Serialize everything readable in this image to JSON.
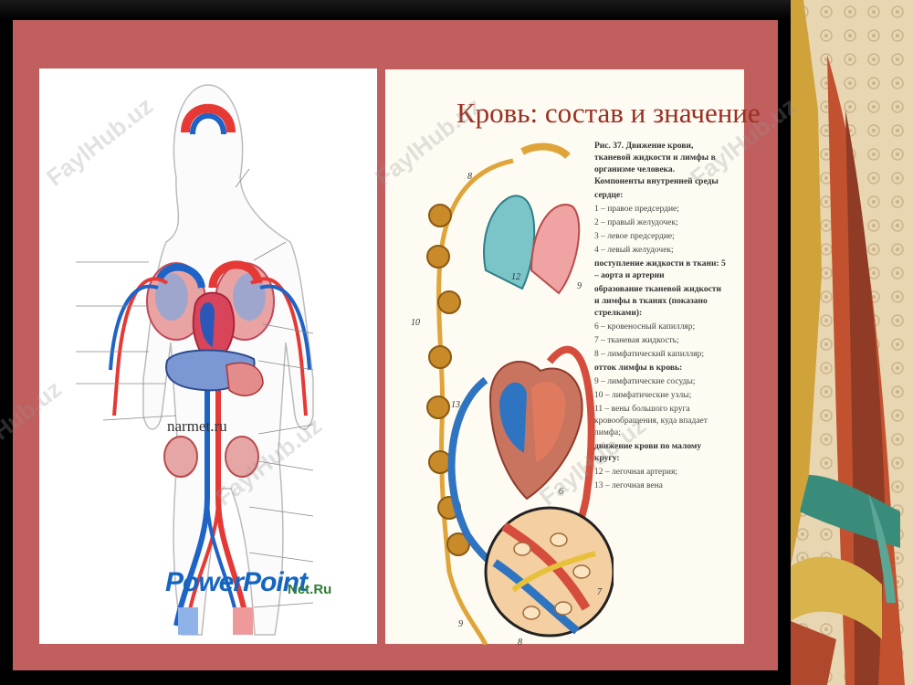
{
  "slide": {
    "title": "Кровь: состав и значение",
    "caption": [
      {
        "text": "Рис. 37. Движение крови, тканевой жидкости и лимфы в организме человека. Компоненты внутренней среды",
        "bold": true
      },
      {
        "text": "сердце:",
        "bold": true
      },
      {
        "text": "1 – правое предсердие;",
        "bold": false
      },
      {
        "text": "2 – правый желудочек;",
        "bold": false
      },
      {
        "text": "3 – левое предсердие;",
        "bold": false
      },
      {
        "text": "4 – левый желудочек;",
        "bold": false
      },
      {
        "text": "поступление жидкости в ткани: 5 – аорта и артерии",
        "bold": true
      },
      {
        "text": "образование тканевой жидкости и лимфы в тканях (показано стрелками):",
        "bold": true
      },
      {
        "text": "6 – кровеносный капилляр;",
        "bold": false
      },
      {
        "text": "7 – тканевая жидкость;",
        "bold": false
      },
      {
        "text": "8 – лимфатический капилляр;",
        "bold": false
      },
      {
        "text": "отток лимфы в кровь:",
        "bold": true
      },
      {
        "text": "9 – лимфатические сосуды;",
        "bold": false
      },
      {
        "text": "10 – лимфатические узлы;",
        "bold": false
      },
      {
        "text": "11 – вены большого круга кровообращения, куда впадает лимфа;",
        "bold": false
      },
      {
        "text": "движение крови по малому кругу:",
        "bold": true
      },
      {
        "text": "12 – легочная артерия;",
        "bold": false
      },
      {
        "text": "13 – легочная вена",
        "bold": false
      }
    ],
    "diagram_numbers": [
      "8",
      "10",
      "12",
      "9",
      "13",
      "6",
      "7",
      "8",
      "9"
    ],
    "left_site_label": "narmet.ru",
    "brand": "PowerPoint",
    "brand_suffix": "Net.Ru",
    "watermark": "FaylHub.uz",
    "colors": {
      "frame": "#c15f5e",
      "artery": "#e53935",
      "vein": "#1e63c6",
      "lymph": "#e0a53a",
      "title": "#9b2f22"
    }
  }
}
